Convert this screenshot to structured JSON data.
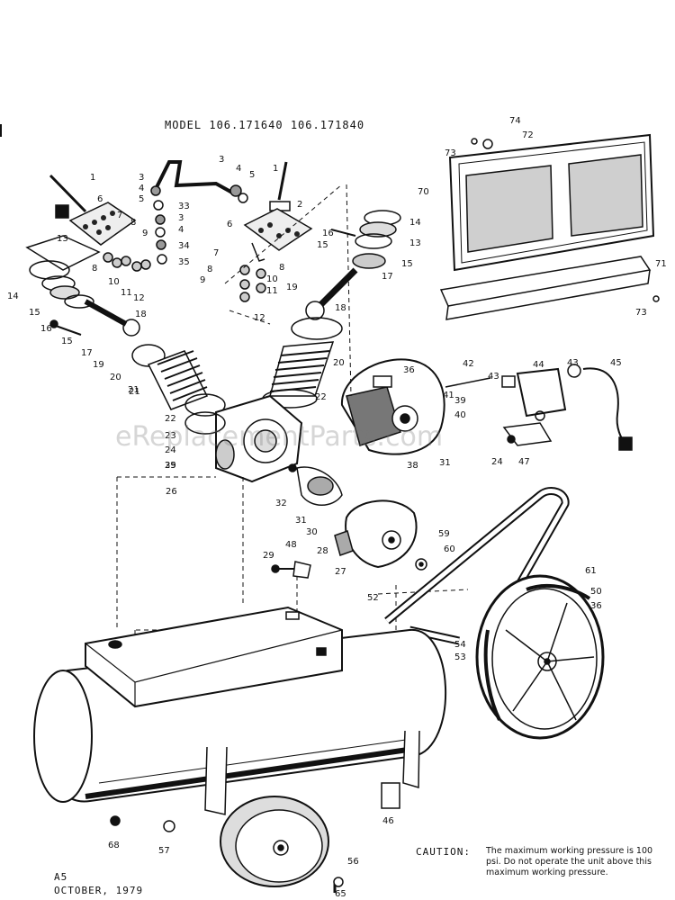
{
  "header": {
    "model_line": "MODEL 106.171640   106.171840"
  },
  "watermark": "eReplacementParts.com",
  "caution": {
    "label": "CAUTION:",
    "text": "The maximum working pressure is 100 psi. Do not operate the unit above this maximum working pressure."
  },
  "footer": {
    "code": "A5",
    "date": "OCTOBER, 1979"
  },
  "callouts": [
    {
      "id": "c1",
      "text": "1"
    },
    {
      "id": "c2",
      "text": "6"
    },
    {
      "id": "c3",
      "text": "7"
    },
    {
      "id": "c4",
      "text": "13"
    },
    {
      "id": "c5",
      "text": "14"
    },
    {
      "id": "c6",
      "text": "15"
    },
    {
      "id": "c7",
      "text": "16"
    },
    {
      "id": "c8",
      "text": "15"
    },
    {
      "id": "c9",
      "text": "17"
    },
    {
      "id": "c10",
      "text": "19"
    },
    {
      "id": "c11",
      "text": "20"
    },
    {
      "id": "c12",
      "text": "21"
    },
    {
      "id": "c13",
      "text": "18"
    },
    {
      "id": "c14",
      "text": "8"
    },
    {
      "id": "c15",
      "text": "10"
    },
    {
      "id": "c16",
      "text": "11"
    },
    {
      "id": "c17",
      "text": "12"
    },
    {
      "id": "c18",
      "text": "8"
    },
    {
      "id": "c19",
      "text": "9"
    },
    {
      "id": "c20",
      "text": "3"
    },
    {
      "id": "c21",
      "text": "4"
    },
    {
      "id": "c22",
      "text": "5"
    },
    {
      "id": "c23",
      "text": "33"
    },
    {
      "id": "c24",
      "text": "3"
    },
    {
      "id": "c25",
      "text": "4"
    },
    {
      "id": "c26",
      "text": "34"
    },
    {
      "id": "c27",
      "text": "35"
    },
    {
      "id": "c28",
      "text": "3"
    },
    {
      "id": "c29",
      "text": "4"
    },
    {
      "id": "c30",
      "text": "5"
    },
    {
      "id": "c31",
      "text": "1"
    },
    {
      "id": "c32",
      "text": "2"
    },
    {
      "id": "c33",
      "text": "6"
    },
    {
      "id": "c34",
      "text": "7"
    },
    {
      "id": "c35",
      "text": "8"
    },
    {
      "id": "c36",
      "text": "9"
    },
    {
      "id": "c37",
      "text": "8"
    },
    {
      "id": "c38",
      "text": "10"
    },
    {
      "id": "c39",
      "text": "11"
    },
    {
      "id": "c40",
      "text": "12"
    },
    {
      "id": "c41",
      "text": "14"
    },
    {
      "id": "c42",
      "text": "16"
    },
    {
      "id": "c43",
      "text": "13"
    },
    {
      "id": "c44",
      "text": "15"
    },
    {
      "id": "c45",
      "text": "15"
    },
    {
      "id": "c46",
      "text": "17"
    },
    {
      "id": "c47",
      "text": "19"
    },
    {
      "id": "c48",
      "text": "18"
    },
    {
      "id": "c49",
      "text": "20"
    },
    {
      "id": "c50",
      "text": "22"
    },
    {
      "id": "c51",
      "text": "21"
    },
    {
      "id": "c52",
      "text": "22"
    },
    {
      "id": "c53",
      "text": "23"
    },
    {
      "id": "c54",
      "text": "24"
    },
    {
      "id": "c55",
      "text": "25"
    },
    {
      "id": "c56",
      "text": "39"
    },
    {
      "id": "c57",
      "text": "26"
    },
    {
      "id": "c58",
      "text": "36"
    },
    {
      "id": "c59",
      "text": "41"
    },
    {
      "id": "c60",
      "text": "42"
    },
    {
      "id": "c61",
      "text": "39"
    },
    {
      "id": "c62",
      "text": "40"
    },
    {
      "id": "c63",
      "text": "38"
    },
    {
      "id": "c64",
      "text": "31"
    },
    {
      "id": "c65",
      "text": "24"
    },
    {
      "id": "c66",
      "text": "43"
    },
    {
      "id": "c67",
      "text": "44"
    },
    {
      "id": "c68",
      "text": "43"
    },
    {
      "id": "c69",
      "text": "45"
    },
    {
      "id": "c70",
      "text": "70"
    },
    {
      "id": "c71",
      "text": "71"
    },
    {
      "id": "c72",
      "text": "73"
    },
    {
      "id": "c73",
      "text": "74"
    },
    {
      "id": "c74",
      "text": "72"
    },
    {
      "id": "c75",
      "text": "73"
    },
    {
      "id": "c76",
      "text": "47"
    },
    {
      "id": "c77",
      "text": "32"
    },
    {
      "id": "c78",
      "text": "31"
    },
    {
      "id": "c79",
      "text": "30"
    },
    {
      "id": "c80",
      "text": "29"
    },
    {
      "id": "c81",
      "text": "48"
    },
    {
      "id": "c82",
      "text": "28"
    },
    {
      "id": "c83",
      "text": "27"
    },
    {
      "id": "c84",
      "text": "59"
    },
    {
      "id": "c85",
      "text": "60"
    },
    {
      "id": "c86",
      "text": "52"
    },
    {
      "id": "c87",
      "text": "54"
    },
    {
      "id": "c88",
      "text": "53"
    },
    {
      "id": "c89",
      "text": "61"
    },
    {
      "id": "c90",
      "text": "50"
    },
    {
      "id": "c91",
      "text": "36"
    },
    {
      "id": "c92",
      "text": "46"
    },
    {
      "id": "c93",
      "text": "68"
    },
    {
      "id": "c94",
      "text": "57"
    },
    {
      "id": "c95",
      "text": "56"
    },
    {
      "id": "c96",
      "text": "65"
    }
  ]
}
